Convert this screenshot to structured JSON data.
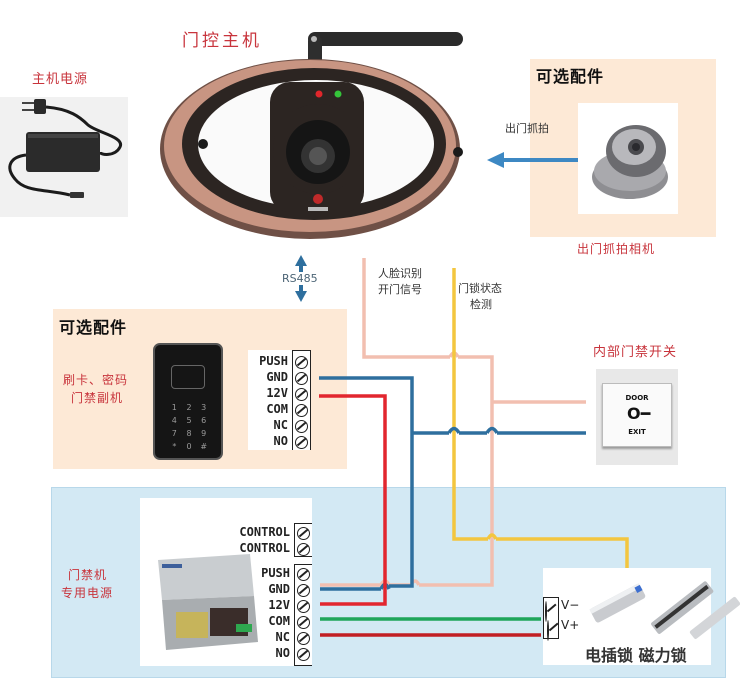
{
  "main_unit": {
    "title": "门控主机",
    "led_colors": [
      "#e0262b",
      "#35c43a"
    ]
  },
  "host_power": {
    "label": "主机电源"
  },
  "optional_camera": {
    "panel_title": "可选配件",
    "arrow_label": "出门抓拍",
    "caption": "出门抓拍相机"
  },
  "rs485": {
    "label": "RS485"
  },
  "optional_reader": {
    "panel_title": "可选配件",
    "label_line1": "刷卡、密码",
    "label_line2": "门禁副机",
    "keypad_keys": [
      "1",
      "2",
      "3",
      "4",
      "5",
      "6",
      "7",
      "8",
      "9",
      "*",
      "0",
      "#"
    ],
    "terminals": [
      "PUSH",
      "GND",
      "12V",
      "COM",
      "NC",
      "NO"
    ]
  },
  "signal_labels": {
    "face_open_line1": "人脸识别",
    "face_open_line2": "开门信号",
    "lock_status_line1": "门锁状态",
    "lock_status_line2": "检测"
  },
  "exit_switch": {
    "label": "内部门禁开关",
    "button_top": "DOOR",
    "button_bottom": "EXIT"
  },
  "power_supply": {
    "label_line1": "门禁机",
    "label_line2": "专用电源",
    "control_terminals": [
      "CONTROL",
      "CONTROL"
    ],
    "terminals": [
      "PUSH",
      "GND",
      "12V",
      "COM",
      "NC",
      "NO"
    ]
  },
  "lock": {
    "terminals": [
      "V−",
      "V+"
    ],
    "caption": "电插锁 磁力锁"
  },
  "wire_colors": {
    "push": "#f2bfb0",
    "gnd": "#2e6f9e",
    "v12": "#e2262e",
    "com": "#1ea55a",
    "nc": "#c21f24",
    "status": "#f3c63f",
    "arrow": "#3d88c3"
  }
}
